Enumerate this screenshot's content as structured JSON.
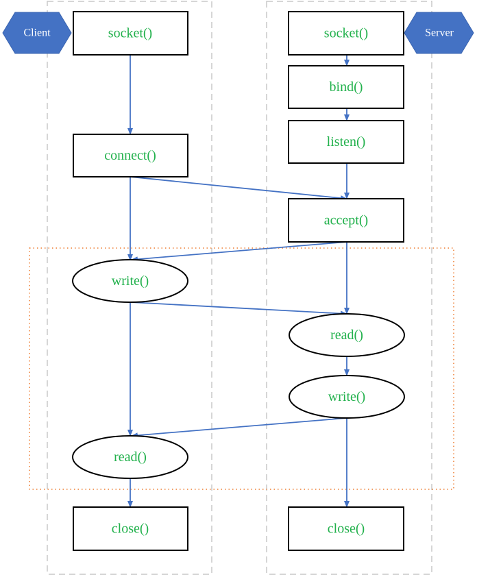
{
  "labels": {
    "client": "Client",
    "server": "Server"
  },
  "colors": {
    "text_green": "#22b14c",
    "arrow_blue": "#4472c4",
    "tag_fill": "#4472c4",
    "lane_dash": "#c8c8c8",
    "loop_dots": "#ed7d31",
    "node_stroke": "#000000"
  },
  "client": {
    "socket": "socket()",
    "connect": "connect()",
    "write": "write()",
    "read": "read()",
    "close": "close()"
  },
  "server": {
    "socket": "socket()",
    "bind": "bind()",
    "listen": "listen()",
    "accept": "accept()",
    "read": "read()",
    "write": "write()",
    "close": "close()"
  }
}
